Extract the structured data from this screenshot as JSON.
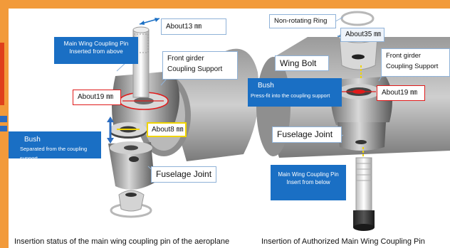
{
  "left_panel": {
    "pin_label_line1": "Main Wing Coupling Pin",
    "pin_label_line2": "Inserted from above",
    "dim_top": "About13 ㎜",
    "front_girder_line1": "Front girder",
    "front_girder_line2": "Coupling Support",
    "dim_mid": "About19 ㎜",
    "bush_title": "Bush",
    "bush_sub": "Separated from the coupling support",
    "dim_bush": "About8 ㎜",
    "fuselage_joint": "Fuselage Joint",
    "caption": "Insertion status of the main wing coupling pin of the aeroplane"
  },
  "right_panel": {
    "non_rotating_ring": "Non-rotating Ring",
    "dim_top": "About35 ㎜",
    "wing_bolt": "Wing Bolt",
    "front_girder_line1": "Front girder",
    "front_girder_line2": "Coupling Support",
    "bush_title": "Bush",
    "bush_sub": "Press-fit into the coupling support",
    "dim_mid": "About19 ㎜",
    "fuselage_joint": "Fuselage Joint",
    "pin_label_line1": "Main Wing Coupling Pin",
    "pin_label_line2": "Insert from below",
    "caption": "Insertion of Authorized Main Wing Coupling Pin"
  },
  "colors": {
    "frame_orange": "#f29a3a",
    "label_blue": "#1a6fc4",
    "dimension_red": "#e01b1b",
    "dimension_yellow": "#f0d400"
  }
}
